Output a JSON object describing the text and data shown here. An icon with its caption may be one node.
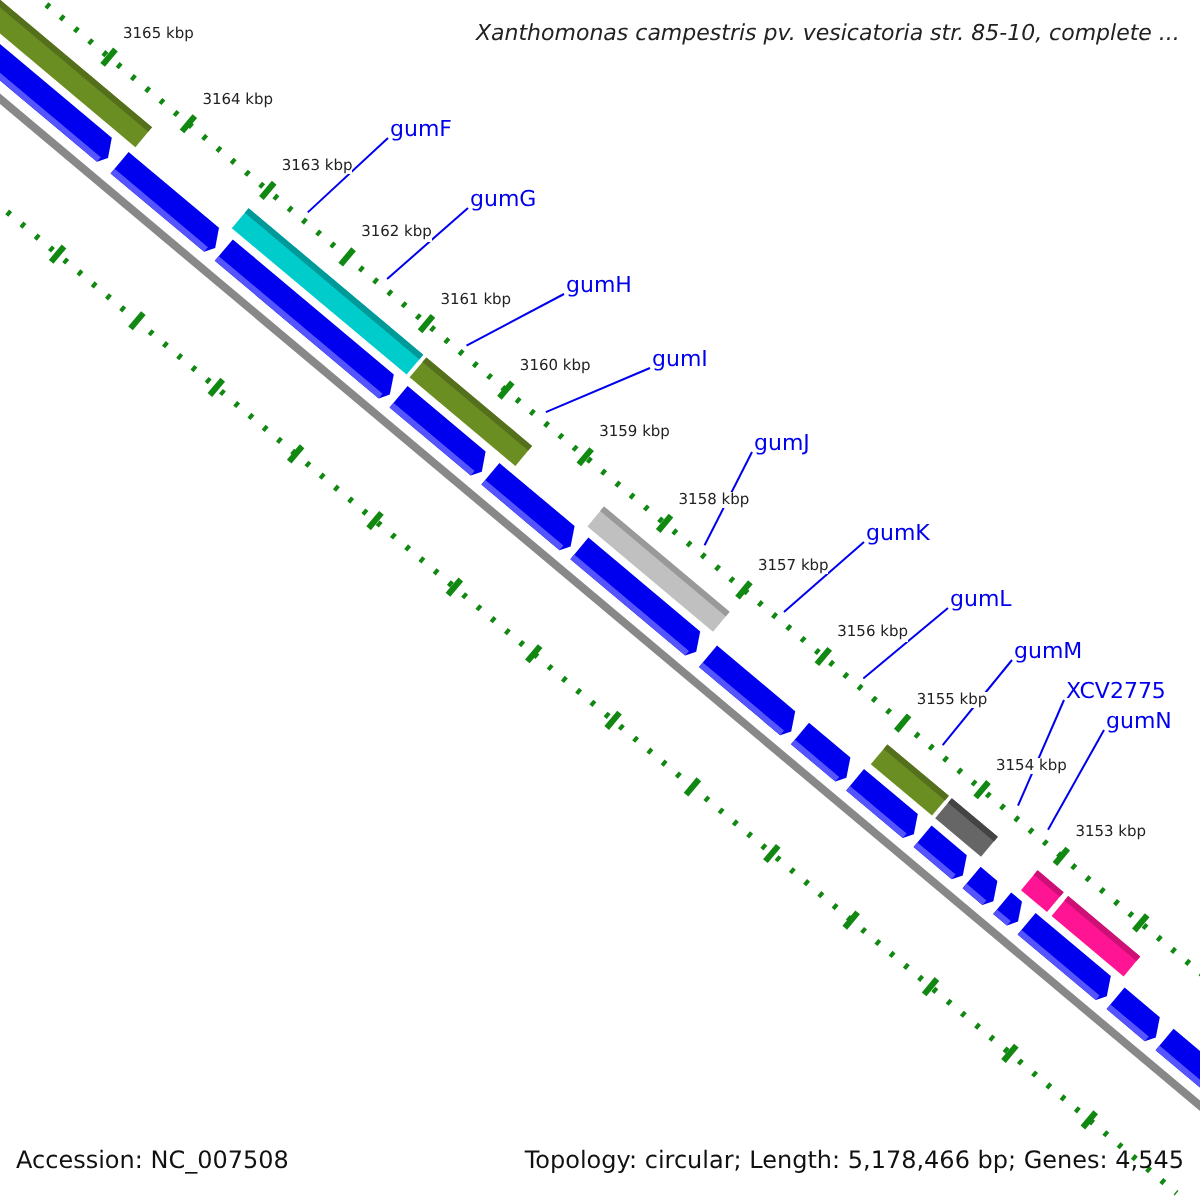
{
  "diagram": {
    "title": "Xanthomonas campestris pv. vesicatoria str. 85-10, complete ...",
    "nodes": [
      {
        "text": [
          "gumF"
        ]
      },
      {
        "text": [
          "gumG"
        ]
      },
      {
        "text": [
          "gumH"
        ]
      },
      {
        "text": [
          "gumI"
        ]
      },
      {
        "text": [
          "gumJ"
        ]
      },
      {
        "text": [
          "gumK"
        ]
      },
      {
        "text": [
          "gumL"
        ]
      },
      {
        "text": [
          "gumM"
        ]
      },
      {
        "text": [
          "XCV2775"
        ]
      },
      {
        "text": [
          "gumN"
        ]
      }
    ],
    "edges": [
      {
        "from": 0,
        "to": null,
        "arrow": "none"
      },
      {
        "from": 1,
        "to": null,
        "arrow": "none"
      },
      {
        "from": 2,
        "to": null,
        "arrow": "none"
      },
      {
        "from": 3,
        "to": null,
        "arrow": "none"
      },
      {
        "from": 4,
        "to": null,
        "arrow": "none"
      },
      {
        "from": 5,
        "to": null,
        "arrow": "none"
      },
      {
        "from": 6,
        "to": null,
        "arrow": "none"
      },
      {
        "from": 7,
        "to": null,
        "arrow": "none"
      },
      {
        "from": 8,
        "to": null,
        "arrow": "none"
      },
      {
        "from": 9,
        "to": null,
        "arrow": "none"
      }
    ],
    "labels": [
      "3165 kbp",
      "3164 kbp",
      "3163 kbp",
      "3162 kbp",
      "3161 kbp",
      "3160 kbp",
      "3159 kbp",
      "3158 kbp",
      "3157 kbp",
      "3156 kbp",
      "3155 kbp",
      "3154 kbp",
      "3153 kbp",
      "Accession: NC_007508",
      "Topology: circular; Length: 5,178,466 bp; Genes: 4,545"
    ]
  }
}
